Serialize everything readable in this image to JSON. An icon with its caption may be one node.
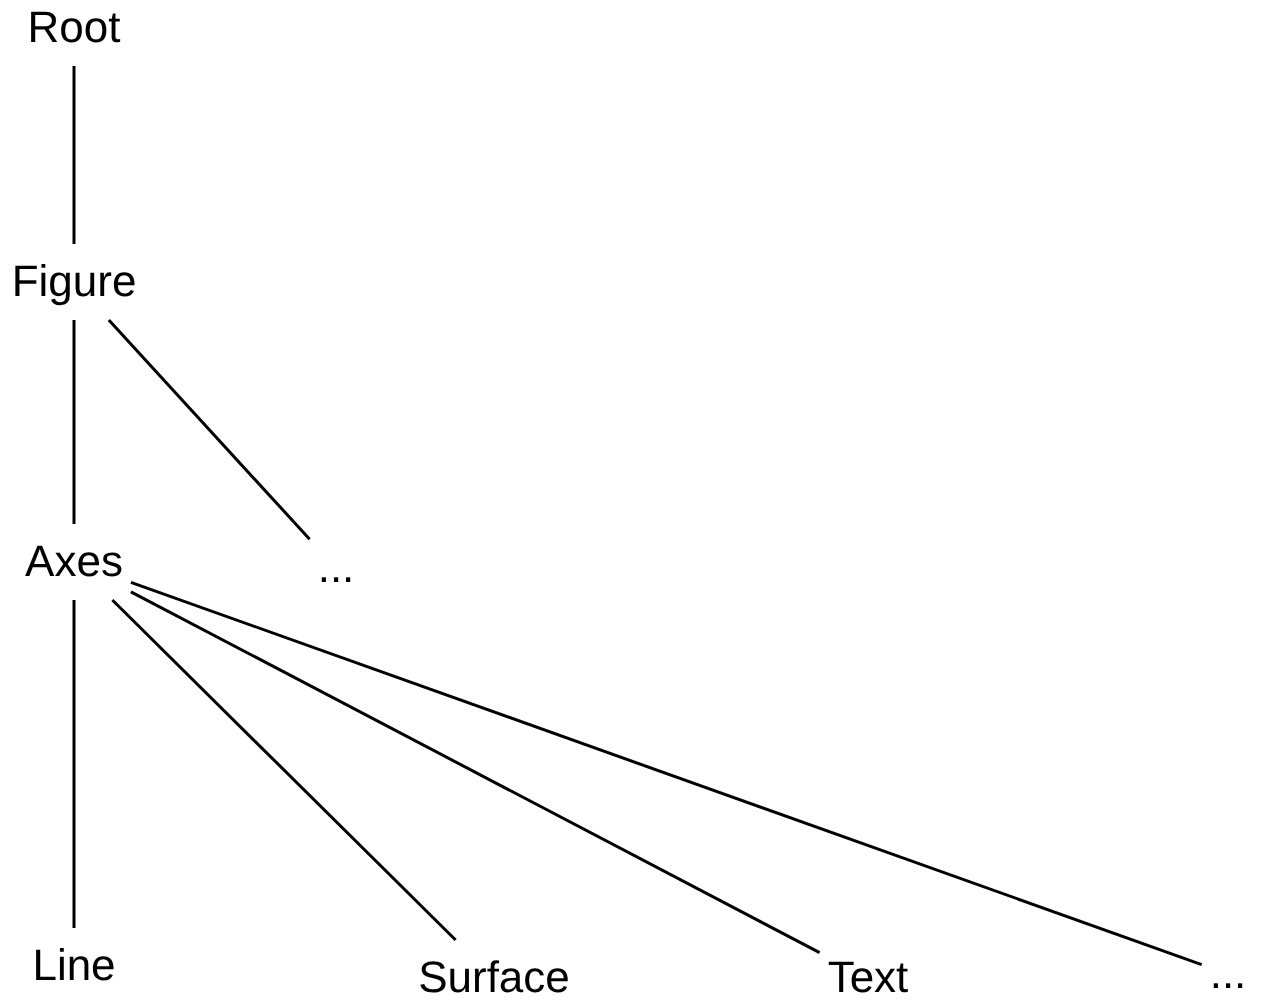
{
  "diagram": {
    "nodes": [
      {
        "text": [
          "Root"
        ]
      },
      {
        "text": [
          "Figure"
        ]
      },
      {
        "text": [
          "Axes"
        ]
      },
      {
        "text": [
          "..."
        ]
      },
      {
        "text": [
          "Line"
        ]
      },
      {
        "text": [
          "Surface"
        ]
      },
      {
        "text": [
          "Text"
        ]
      },
      {
        "text": [
          "..."
        ]
      }
    ],
    "edges": [
      {
        "from": 0,
        "to": 1,
        "arrow": "none"
      },
      {
        "from": 1,
        "to": 2,
        "arrow": "none"
      },
      {
        "from": 1,
        "to": 3,
        "arrow": "none"
      },
      {
        "from": 2,
        "to": 4,
        "arrow": "none"
      },
      {
        "from": 2,
        "to": 5,
        "arrow": "none"
      },
      {
        "from": 2,
        "to": 6,
        "arrow": "none"
      },
      {
        "from": 2,
        "to": 7,
        "arrow": "none"
      }
    ]
  }
}
